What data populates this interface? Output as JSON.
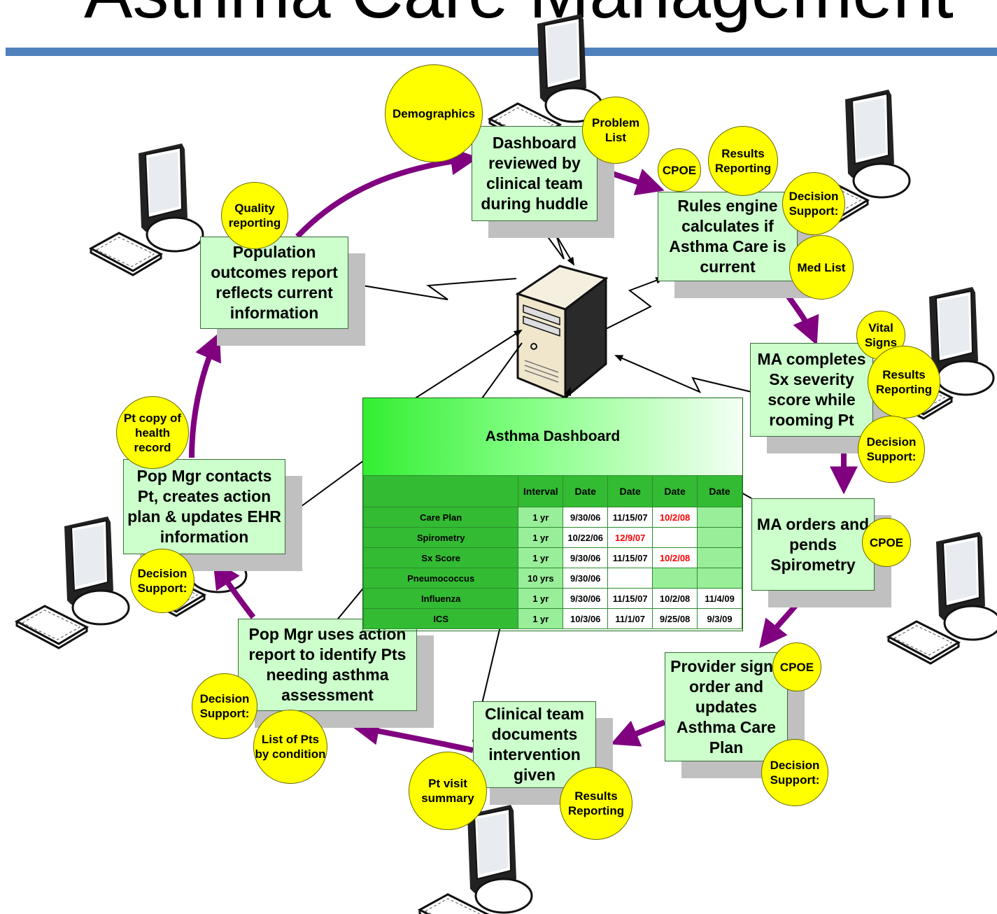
{
  "title": "Asthma Care Management",
  "colors": {
    "title_bar": "#4f81bd",
    "step_fill": "#ccffcc",
    "bubble_fill": "#ffff00",
    "arrow": "#800080",
    "overdue": "#ff0000"
  },
  "steps": {
    "dashboard_review": "Dashboard reviewed by clinical team during huddle",
    "rules_engine": "Rules engine calculates if Asthma Care is current",
    "ma_completes": "MA completes Sx severity score while rooming Pt",
    "ma_orders": "MA orders and pends Spirometry",
    "provider_signs": "Provider signs order and updates Asthma Care Plan",
    "clinical_team": "Clinical team documents intervention given",
    "pop_mgr_uses": "Pop Mgr uses action report to identify Pts needing asthma assessment",
    "pop_mgr_contacts": "Pop Mgr contacts Pt, creates action plan & updates EHR information",
    "population_outcomes": "Population outcomes report reflects current information"
  },
  "bubbles": {
    "demographics": "Demographics",
    "problem_list": "Problem List",
    "cpoe_top": "CPOE",
    "results_reporting_top": "Results Reporting",
    "decision_support_rules": "Decision Support:",
    "med_list": "Med List",
    "vital_signs": "Vital Signs",
    "results_reporting_ma": "Results Reporting",
    "decision_support_ma": "Decision Support:",
    "cpoe_ma_orders": "CPOE",
    "cpoe_provider": "CPOE",
    "decision_support_provider": "Decision Support:",
    "results_reporting_clinical": "Results Reporting",
    "pt_visit_summary": "Pt visit summary",
    "decision_support_popmgr": "Decision Support:",
    "list_of_pts": "List of Pts by condition",
    "decision_support_contacts": "Decision Support:",
    "pt_copy": "Pt copy of health record",
    "quality_reporting": "Quality reporting"
  },
  "dashboard": {
    "title": "Asthma Dashboard",
    "columns": [
      "",
      "Interval",
      "Date",
      "Date",
      "Date",
      "Date"
    ],
    "rows": [
      {
        "name": "Care Plan",
        "interval": "1 yr",
        "dates": [
          "9/30/06",
          "11/15/07",
          "10/2/08",
          ""
        ],
        "overdue": [
          false,
          false,
          true,
          false
        ]
      },
      {
        "name": "Spirometry",
        "interval": "1 yr",
        "dates": [
          "10/22/06",
          "12/9/07",
          "",
          ""
        ],
        "overdue": [
          false,
          true,
          false,
          false
        ]
      },
      {
        "name": "Sx Score",
        "interval": "1 yr",
        "dates": [
          "9/30/06",
          "11/15/07",
          "10/2/08",
          ""
        ],
        "overdue": [
          false,
          false,
          true,
          false
        ]
      },
      {
        "name": "Pneumococcus",
        "interval": "10 yrs",
        "dates": [
          "9/30/06",
          "",
          "",
          ""
        ],
        "overdue": [
          false,
          false,
          false,
          false
        ]
      },
      {
        "name": "Influenza",
        "interval": "1 yr",
        "dates": [
          "9/30/06",
          "11/15/07",
          "10/2/08",
          "11/4/09"
        ],
        "overdue": [
          false,
          false,
          false,
          false
        ]
      },
      {
        "name": "ICS",
        "interval": "1 yr",
        "dates": [
          "10/3/06",
          "11/1/07",
          "9/25/08",
          "9/3/09"
        ],
        "overdue": [
          false,
          false,
          false,
          false
        ]
      }
    ]
  }
}
